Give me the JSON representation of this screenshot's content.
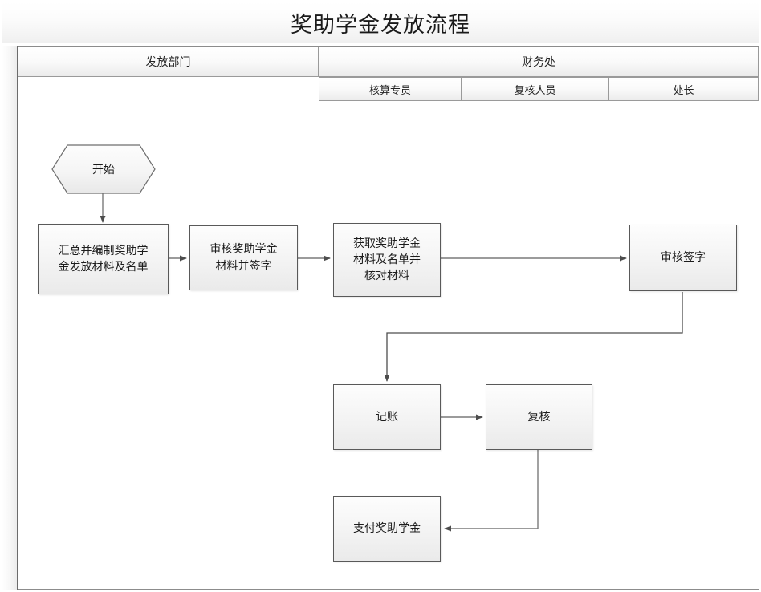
{
  "title": "奖助学金发放流程",
  "lanes": {
    "left": {
      "label": "发放部门"
    },
    "right": {
      "label": "财务处"
    },
    "sub": [
      {
        "label": "核算专员"
      },
      {
        "label": "复核人员"
      },
      {
        "label": "处长"
      }
    ]
  },
  "nodes": {
    "start": {
      "label": "开始",
      "shape": "hexagon"
    },
    "compile": {
      "label": "汇总并编制奖助学\n金发放材料及名单",
      "shape": "process"
    },
    "review_sign": {
      "label": "审核奖助学金\n材料并签字",
      "shape": "process"
    },
    "fetch_check": {
      "label": "获取奖助学金\n材料及名单并\n核对材料",
      "shape": "process"
    },
    "audit_sign": {
      "label": "审核签字",
      "shape": "process"
    },
    "bookkeeping": {
      "label": "记账",
      "shape": "process"
    },
    "recheck": {
      "label": "复核",
      "shape": "process"
    },
    "pay": {
      "label": "支付奖助学金",
      "shape": "process"
    }
  },
  "edges": [
    {
      "from": "start",
      "to": "compile"
    },
    {
      "from": "compile",
      "to": "review_sign"
    },
    {
      "from": "review_sign",
      "to": "fetch_check"
    },
    {
      "from": "fetch_check",
      "to": "audit_sign"
    },
    {
      "from": "audit_sign",
      "to": "bookkeeping"
    },
    {
      "from": "bookkeeping",
      "to": "recheck"
    },
    {
      "from": "recheck",
      "to": "pay"
    }
  ],
  "colors": {
    "page_background": "#ffffff",
    "frame_border": "#8c8c8c",
    "node_border": "#595959",
    "node_fill_top": "#fdfdfd",
    "node_fill_bottom": "#eaeaea",
    "connector": "#7a7a7a",
    "text": "#1c1c1c"
  }
}
